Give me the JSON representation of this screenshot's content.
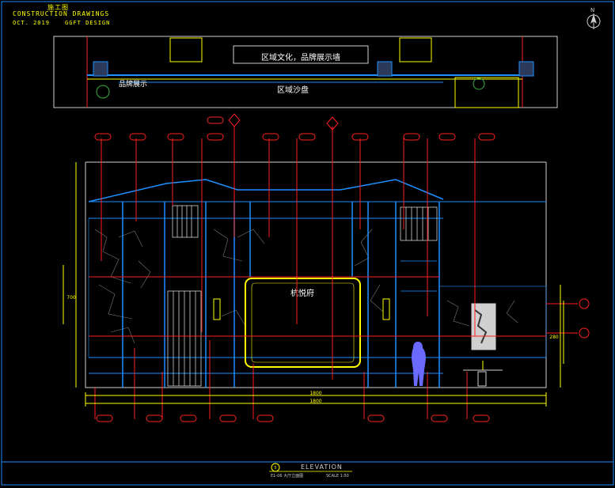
{
  "header": {
    "title_cn": "施工图",
    "title_en": "CONSTRUCTION DRAWINGS",
    "date": "OCT. 2019",
    "company": "GGFT DESIGN"
  },
  "north": "N",
  "plan": {
    "label_top": "区域文化，品牌展示墙",
    "label_left": "品牌展示",
    "label_bottom": "区域沙盘"
  },
  "elevation": {
    "center_panel_text": "杭悦府",
    "dimension_total": "1800",
    "dimension_total2": "1800",
    "left_height": "700",
    "right_height": "280"
  },
  "footer": {
    "ref_no": "5",
    "title": "ELEVATION",
    "subtitle": "E1-06  大厅立面图",
    "scale": "SCALE 1:50"
  },
  "colors": {
    "background": "#000000",
    "frame": "#1e90ff",
    "accent_yellow": "#ffff00",
    "accent_red": "#ff2020",
    "line_white": "#d0d0d0",
    "figure_blue": "#6a6aff"
  }
}
